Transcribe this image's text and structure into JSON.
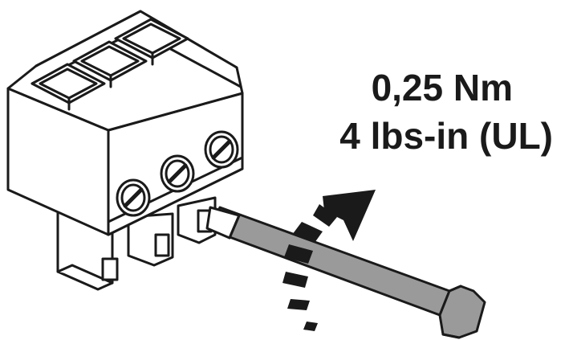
{
  "torque": {
    "metric": "0,25 Nm",
    "imperial": "4 lbs-in (UL)"
  },
  "colors": {
    "outline": "#1a1a1a",
    "body_fill": "#ffffff",
    "shaft_fill": "#9a9a9a",
    "arrow_fill": "#1a1a1a"
  },
  "illustration": {
    "subject": "3-position pluggable terminal block",
    "tool": "slotted screwdriver",
    "terminal_count": 3,
    "rotation": "clockwise"
  }
}
